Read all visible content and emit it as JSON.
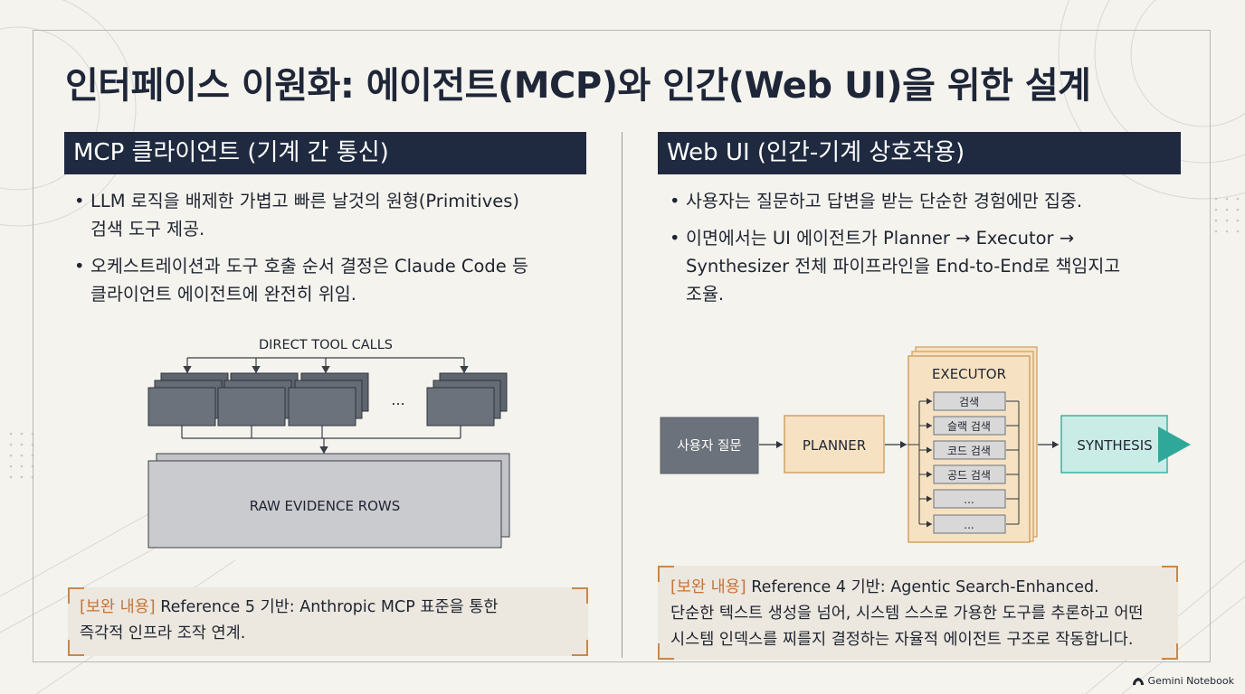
{
  "title": "인터페이스 이원화: 에이전트(MCP)와 인간(Web UI)을 위한 설계",
  "left": {
    "header": "MCP 클라이언트 (기계 간 통신)",
    "bullets": [
      {
        "line1": "LLM 로직을 배제한 가볍고 빠른 날것의 원형(Primitives)",
        "line2": "검색 도구 제공."
      },
      {
        "line1": "오케스트레이션과 도구 호출 순서 결정은 Claude Code 등",
        "line2": "클라이언트 에이전트에 완전히 위임."
      }
    ],
    "diagram": {
      "top_label": "DIRECT TOOL CALLS",
      "ellipsis": "...",
      "bottom_label": "RAW EVIDENCE ROWS"
    },
    "note": {
      "tag": "[보완 내용]",
      "line1": "Reference 5 기반: Anthropic MCP 표준을 통한",
      "line2": "즉각적 인프라 조작 연계."
    }
  },
  "right": {
    "header": "Web UI (인간-기계 상호작용)",
    "bullets": [
      {
        "line1": "사용자는 질문하고 답변을 받는 단순한 경험에만 집중.",
        "line2": ""
      },
      {
        "line1": "이면에서는 UI 에이전트가 Planner → Executor →",
        "line2": "Synthesizer 전체 파이프라인을 End-to-End로 책임지고",
        "line3": "조율."
      }
    ],
    "diagram": {
      "user_query": "사용자 질문",
      "planner": "PLANNER",
      "executor": "EXECUTOR",
      "tasks": [
        "검색",
        "슬랙 검색",
        "코드 검색",
        "공드 검색",
        "...",
        "..."
      ],
      "synthesis": "SYNTHESIS"
    },
    "note": {
      "tag": "[보완 내용]",
      "line1": "Reference 4 기반: Agentic Search-Enhanced.",
      "line2": "단순한 텍스트 생성을 넘어, 시스템 스스로 가용한 도구를 추론하고 어떤",
      "line3": "시스템 인덱스를 찌를지 결정하는 자율적 에이전트 구조로 작동합니다."
    }
  },
  "brand": "Gemini Notebook",
  "colors": {
    "header_bg": "#1f2a40",
    "tool_box": "#6c727b",
    "planner_fill": "#f6e2c2",
    "planner_stroke": "#d2a266",
    "synthesis_fill": "#c9ece6",
    "synthesis_stroke": "#3bb3a3",
    "note_tag": "#c3743a"
  }
}
